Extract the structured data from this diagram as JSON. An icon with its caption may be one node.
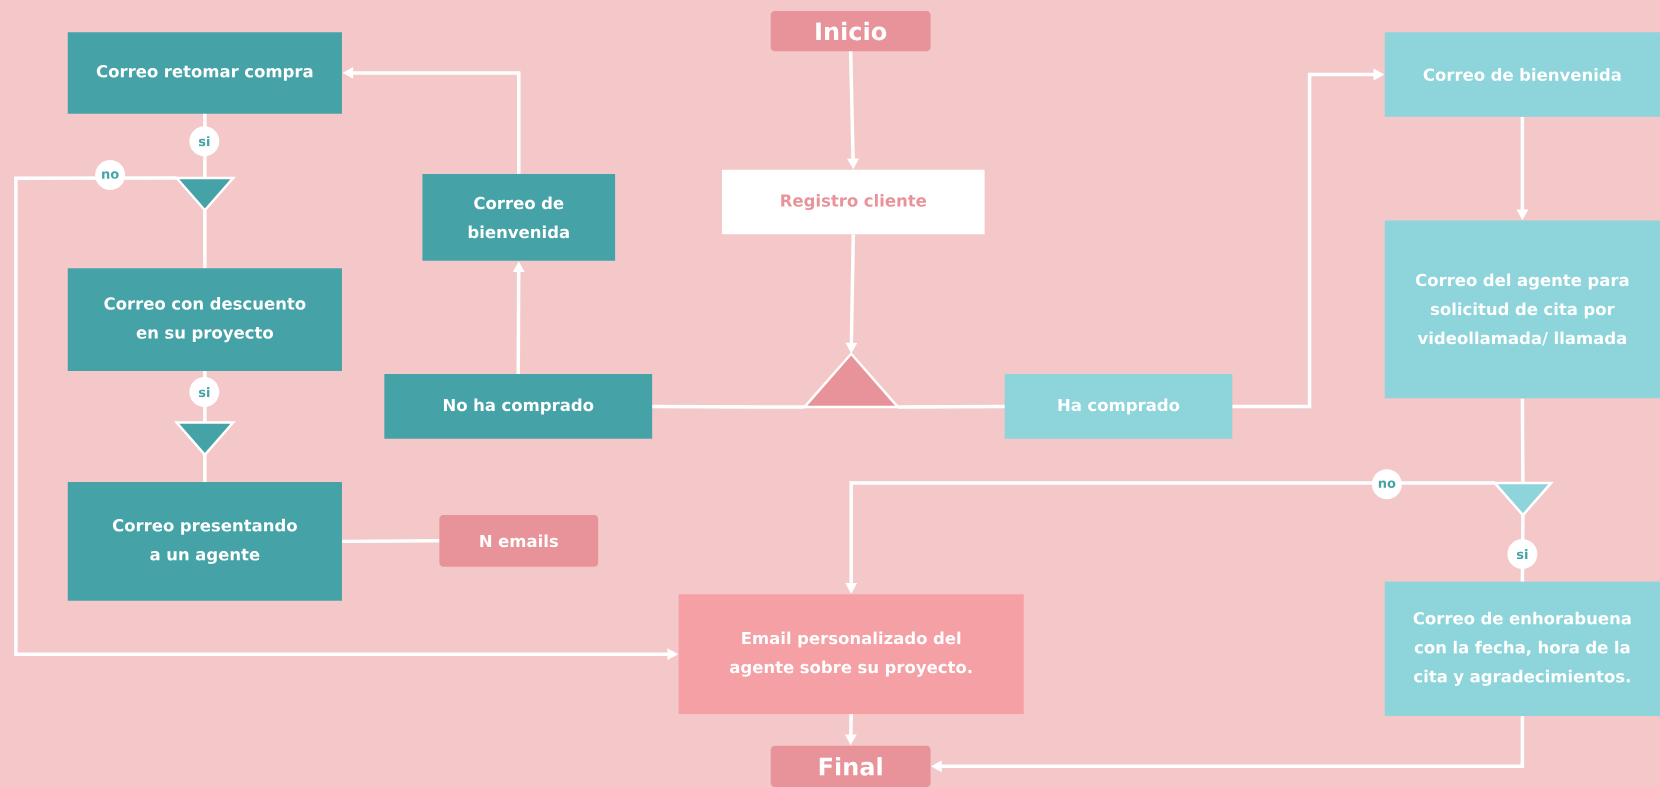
{
  "diagram": {
    "nodes": [
      {
        "text": [
          "Inicio"
        ]
      },
      {
        "text": [
          "Registro cliente"
        ]
      },
      {
        "text": [],
        "shape": "triangle"
      },
      {
        "text": [
          "No ha comprado"
        ]
      },
      {
        "text": [
          "Ha comprado"
        ]
      },
      {
        "text": [
          "Correo de bienvenida"
        ]
      },
      {
        "text": [
          "Correo retomar compra"
        ]
      },
      {
        "text": [],
        "shape": "triangle"
      },
      {
        "text": [
          "Correo con descuento en su proyecto"
        ]
      },
      {
        "text": [],
        "shape": "triangle"
      },
      {
        "text": [
          "Correo presentando a un agente"
        ]
      },
      {
        "text": [
          "N emails"
        ]
      },
      {
        "text": [
          "Correo de bienvenida"
        ]
      },
      {
        "text": [
          "Correo del agente para solicitud de cita por videollamada/ llamada"
        ]
      },
      {
        "text": [],
        "shape": "triangle"
      },
      {
        "text": [
          "Correo de enhorabuena con la fecha, hora de la cita y agradecimientos."
        ]
      },
      {
        "text": [
          "Email personalizado del agente sobre su proyecto."
        ]
      },
      {
        "text": [
          "Final"
        ]
      }
    ],
    "edges": [
      {
        "from": 0,
        "to": 1,
        "arrow": "to"
      },
      {
        "from": 1,
        "to": 2,
        "arrow": "to"
      },
      {
        "from": 2,
        "to": 3,
        "arrow": "none"
      },
      {
        "from": 2,
        "to": 4,
        "arrow": "none"
      },
      {
        "from": 3,
        "to": 5,
        "arrow": "to"
      },
      {
        "from": 5,
        "to": 6,
        "arrow": "to"
      },
      {
        "from": 6,
        "to": 7,
        "arrow": "none",
        "label": "si"
      },
      {
        "from": 7,
        "to": 16,
        "arrow": "to",
        "label": "no"
      },
      {
        "from": 7,
        "to": 8,
        "arrow": "none"
      },
      {
        "from": 8,
        "to": 9,
        "arrow": "none",
        "label": "si"
      },
      {
        "from": 9,
        "to": 10,
        "arrow": "none"
      },
      {
        "from": 10,
        "to": 11,
        "arrow": "none"
      },
      {
        "from": 4,
        "to": 12,
        "arrow": "to"
      },
      {
        "from": 12,
        "to": 13,
        "arrow": "to"
      },
      {
        "from": 13,
        "to": 14,
        "arrow": "none"
      },
      {
        "from": 14,
        "to": 16,
        "arrow": "to",
        "label": "no"
      },
      {
        "from": 14,
        "to": 15,
        "arrow": "none",
        "label": "si"
      },
      {
        "from": 15,
        "to": 17,
        "arrow": "to"
      },
      {
        "from": 16,
        "to": 17,
        "arrow": "to"
      }
    ]
  }
}
